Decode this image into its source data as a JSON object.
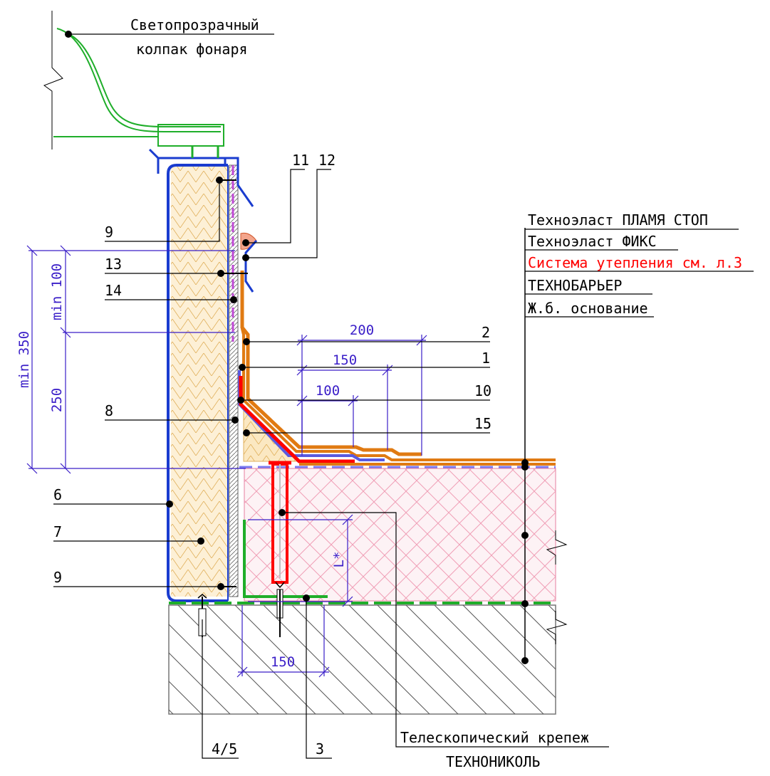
{
  "title_lines": [
    "Светопрозрачный",
    "колпак фонаря"
  ],
  "layers": [
    {
      "text": "Техноэласт ПЛАМЯ СТОП",
      "color": "#000000"
    },
    {
      "text": "Техноэласт ФИКС",
      "color": "#000000"
    },
    {
      "text": "Система утепления см. л.3",
      "color": "#ff0000"
    },
    {
      "text": "ТЕХНОБАРЬЕР",
      "color": "#000000"
    },
    {
      "text": "Ж.б. основание",
      "color": "#000000"
    }
  ],
  "callouts": {
    "c1": "1",
    "c2": "2",
    "c3": "3",
    "c45": "4/5",
    "c6": "6",
    "c7": "7",
    "c8": "8",
    "c9a": "9",
    "c9b": "9",
    "c10": "10",
    "c11": "11",
    "c12": "12",
    "c13": "13",
    "c14": "14",
    "c15": "15"
  },
  "fastener": [
    "Телескопический крепеж",
    "ТЕХНОНИКОЛЬ"
  ],
  "dimensions": {
    "d200": "200",
    "d150_top": "150",
    "d100": "100",
    "d150_bottom": "150",
    "min350": "min 350",
    "min100": "min 100",
    "d250": "250",
    "lstar": "L*"
  },
  "colors": {
    "dimension": "#3a1ec8",
    "insulation": "#fbe8c2",
    "frame": "#1a3ccf",
    "membrane_top": "#e07a12",
    "membrane_fix": "#ff0000",
    "glazing": "#1fae2a",
    "concrete_hatch": "#444444",
    "roof_insulation": "#f3c9d5"
  }
}
